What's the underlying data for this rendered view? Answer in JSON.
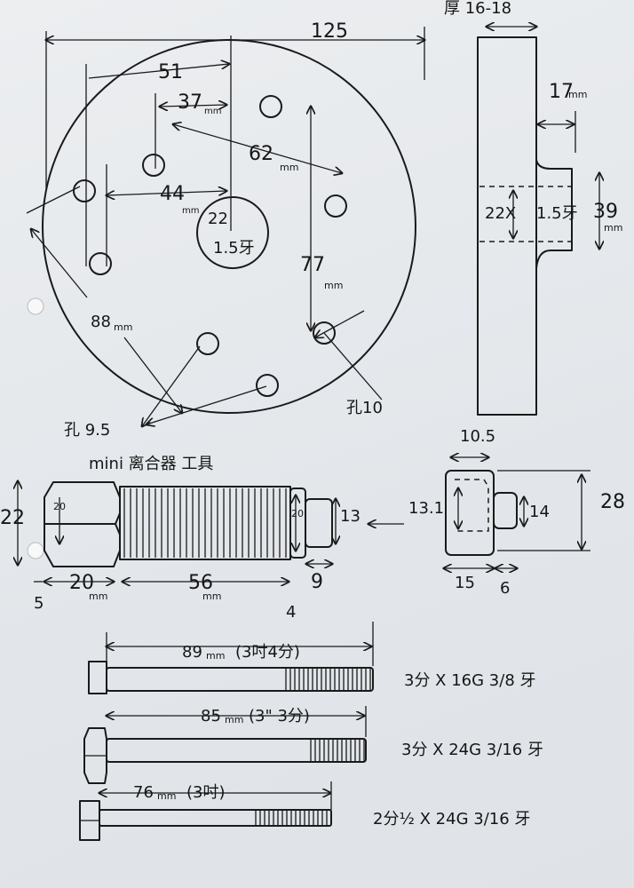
{
  "plate": {
    "diameter": "125",
    "dim_51": "51",
    "dim_37": "37",
    "dim_62": "62",
    "dim_44": "44",
    "center_hole_dia": "22",
    "center_hole_thread": "1.5牙",
    "dim_77": "77",
    "dim_88": "88",
    "hole_small": "孔 9.5",
    "hole_large": "孔10",
    "unit": "mm"
  },
  "side_view": {
    "thickness": "厚 16-18",
    "boss_length": "17",
    "thread_spec_a": "22X",
    "thread_spec_b": "1.5牙",
    "boss_dia": "39",
    "unit": "mm"
  },
  "tool": {
    "title": "mini 离合器 工具",
    "height": "22",
    "hex_size": "20",
    "hex_length": "20",
    "thread_length": "56",
    "thread_dia": "20",
    "pin_dia": "13",
    "pin_length": "9",
    "collar": "4",
    "chamfer": "5",
    "unit": "mm"
  },
  "nut": {
    "width": "10.5",
    "inner": "13.1",
    "pin_dia": "14",
    "height": "28",
    "body_len": "15",
    "pin_len": "6",
    "unit": "mm"
  },
  "bolts": [
    {
      "length": "89",
      "inch": "(3吋4分)",
      "spec": "3分 X 16G 3/8 牙"
    },
    {
      "length": "85",
      "inch": "(3\" 3分)",
      "spec": "3分 X 24G 3/16 牙"
    },
    {
      "length": "76",
      "inch": "(3吋)",
      "spec": "2分½ X 24G 3/16 牙"
    }
  ]
}
